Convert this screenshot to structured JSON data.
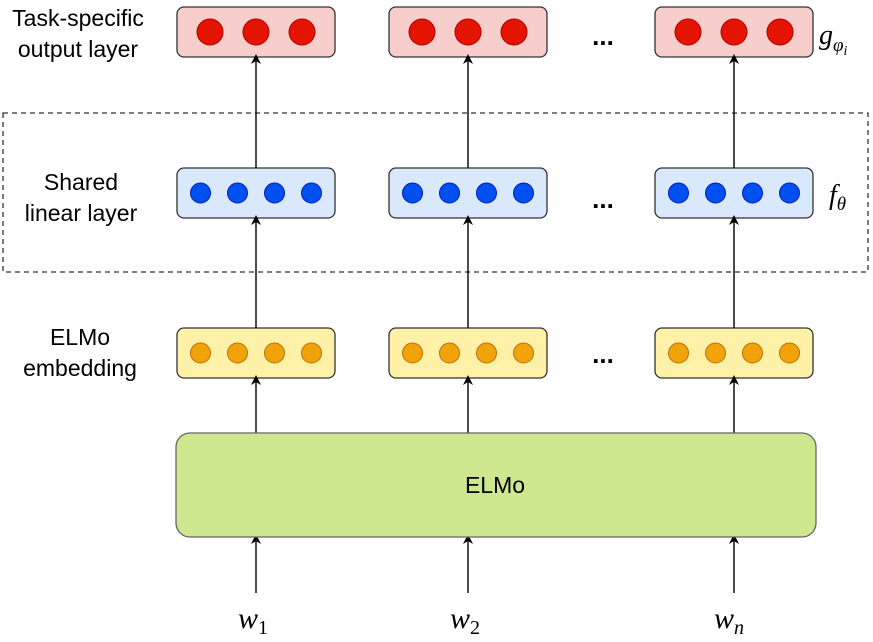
{
  "labels": {
    "output_line1": "Task-specific",
    "output_line2": "output layer",
    "shared_line1": "Shared",
    "shared_line2": "linear layer",
    "elmo_line1": "ELMo",
    "elmo_line2": "embedding"
  },
  "elmo_box": "ELMo",
  "math": {
    "g": "g",
    "g_sub": "φ",
    "g_subsub": "i",
    "f": "f",
    "f_sub": "θ",
    "w": "w",
    "w1_sub": "1",
    "w2_sub": "2",
    "wn_sub": "n"
  },
  "ellipsis": "...",
  "colors": {
    "output_fill": "#f8cecc",
    "output_stroke": "#333333",
    "output_node": "#e51400",
    "shared_fill": "#dae8fc",
    "shared_stroke": "#333333",
    "shared_node": "#0050ef",
    "embed_fill": "#fff2a8",
    "embed_stroke": "#333333",
    "embed_node": "#f0a30a",
    "elmo_fill": "#cde88e",
    "elmo_stroke": "#666666"
  }
}
